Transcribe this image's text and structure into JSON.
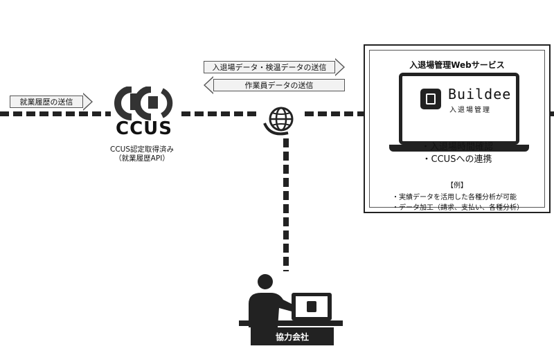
{
  "arrows": {
    "history_send": "就業履歴の送信",
    "entry_temp_send": "入退場データ・検温データの送信",
    "worker_send": "作業員データの送信"
  },
  "ccus": {
    "logo_text": "CCUS",
    "caption_line1": "CCUS認定取得済み",
    "caption_line2": "（就業履歴API）"
  },
  "service": {
    "title": "入退場管理Webサービス",
    "app_name": "Buildee",
    "app_sub": "入退場管理",
    "features": [
      "・入退場時間確認",
      "・CCUSへの連携"
    ],
    "example_header": "【例】",
    "examples": [
      "・実績データを活用した各種分析が可能",
      "・データ加工（請求、支払い、各種分析）"
    ]
  },
  "company": {
    "label": "協力会社"
  },
  "icons": {
    "globe": "globe-icon",
    "worker": "worker-at-desk-icon",
    "logo": "ccus-logo-icon"
  }
}
